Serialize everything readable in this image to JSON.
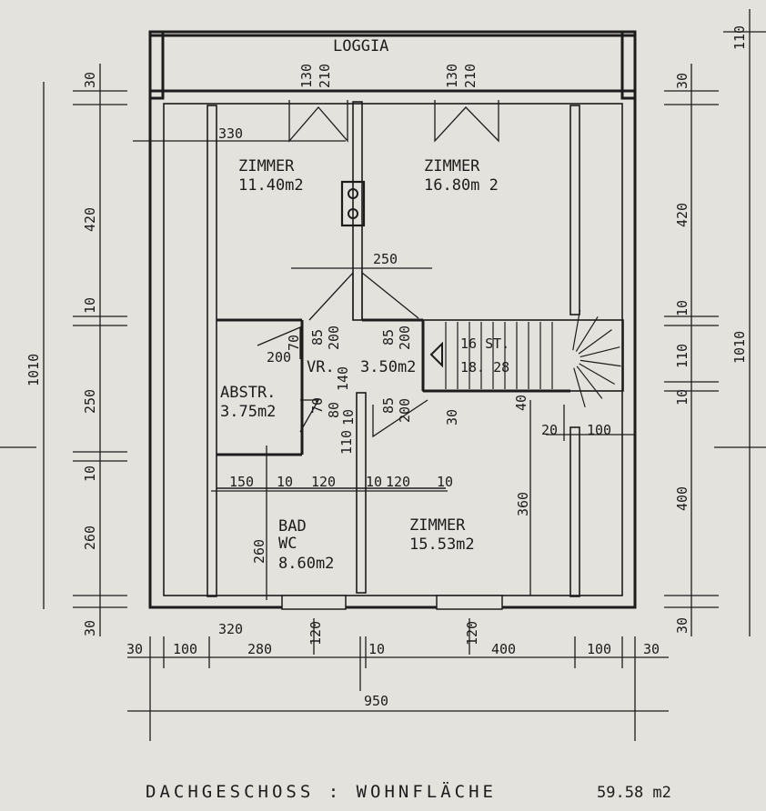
{
  "title": "DACHGESCHOSS : WOHNFLÄCHE",
  "title_area": "59.58 m2",
  "rooms": {
    "loggia": "LOGGIA",
    "zimmer1_name": "ZIMMER",
    "zimmer1_area": "11.40m2",
    "zimmer2_name": "ZIMMER",
    "zimmer2_area": "16.80m 2",
    "vr_name": "VR.",
    "vr_area": "3.50m2",
    "abstr_name": "ABSTR.",
    "abstr_area": "3.75m2",
    "bad_name": "BAD",
    "bad_wc": "WC",
    "bad_area": "8.60m2",
    "zimmer3_name": "ZIMMER",
    "zimmer3_area": "15.53m2"
  },
  "stairs": {
    "steps": "16 ST.",
    "ratio": "18. 28"
  },
  "dims": {
    "left": [
      "30",
      "420",
      "10",
      "250",
      "10",
      "260",
      "30"
    ],
    "left_total": "1010",
    "right": [
      "110",
      "30",
      "420",
      "10",
      "110",
      "10",
      "400",
      "30"
    ],
    "right_total": "1010",
    "bottom": [
      "30",
      "100",
      "280",
      "10",
      "400",
      "100",
      "30"
    ],
    "bottom_total": "950",
    "interior_row": [
      "150",
      "10",
      "120",
      "10",
      "120",
      "10"
    ],
    "d320": "320",
    "d330": "330",
    "d250": "250",
    "d360": "360",
    "d260": "260",
    "d200": "200",
    "d140": "140",
    "d40": "40",
    "d20": "20",
    "d100": "100",
    "d30": "30",
    "d10": "10",
    "d110": "110",
    "door_a": "130",
    "door_b": "210",
    "door_c": "85",
    "door_d": "200",
    "door_e": "70",
    "door_f": "80",
    "win_a": "120",
    "win_b": "120"
  }
}
